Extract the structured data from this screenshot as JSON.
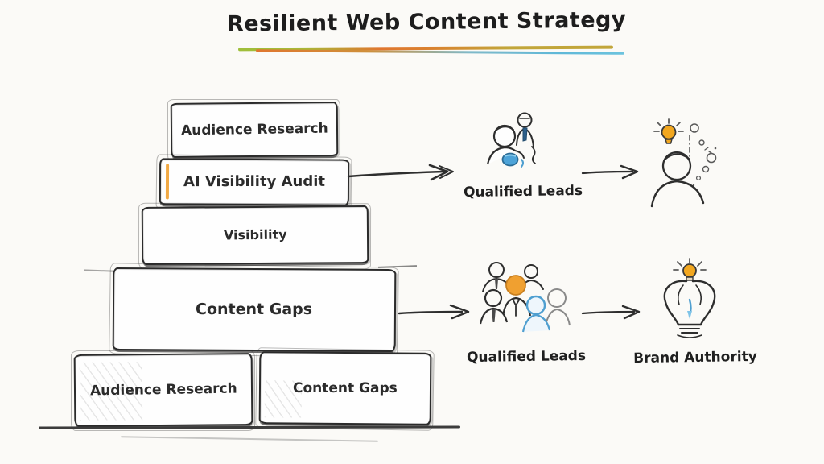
{
  "title": "Resilient Web Content Strategy",
  "underline_colors": [
    "#9fbf3b",
    "#e0762f",
    "#c2a63a",
    "#5fb8d8"
  ],
  "colors": {
    "ink": "#2b2b2b",
    "accent_orange": "#f0a030",
    "accent_blue": "#4f9fd0",
    "bulb_yellow": "#f2a71f",
    "tie_blue": "#2c5f8a"
  },
  "pyramid": {
    "levels": [
      {
        "id": "audience-research-top",
        "label": "Audience Research"
      },
      {
        "id": "ai-visibility-audit",
        "label": "AI Visibility Audit"
      },
      {
        "id": "visibility",
        "label": "Visibility"
      },
      {
        "id": "content-gaps",
        "label": "Content Gaps"
      }
    ],
    "base": [
      {
        "id": "audience-research-base",
        "label": "Audience Research"
      },
      {
        "id": "content-gaps-base",
        "label": "Content Gaps"
      }
    ]
  },
  "flows": [
    {
      "source_icon": "qualified-leads-pair-icon",
      "label": "Qualified Leads",
      "target_icon": "person-idea-icon",
      "target_label": ""
    },
    {
      "source_icon": "qualified-leads-group-icon",
      "label": "Qualified Leads",
      "target_icon": "brand-authority-bulb-icon",
      "target_label": "Brand Authority"
    }
  ]
}
